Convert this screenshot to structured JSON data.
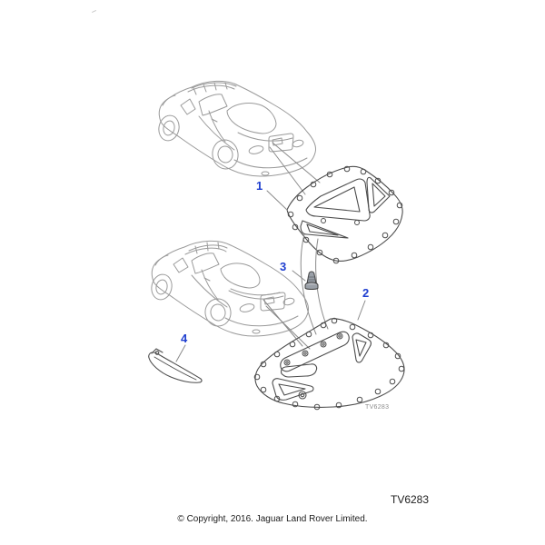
{
  "diagram": {
    "callouts": [
      {
        "label": "1"
      },
      {
        "label": "2"
      },
      {
        "label": "3"
      },
      {
        "label": "4"
      }
    ],
    "inline_code": "TV6283",
    "colors": {
      "callout_blue": "#1e3ed0",
      "car_line_gray": "#9a9a9a",
      "panel_line_gray": "#4d4d4d",
      "leader_gray": "#8a8a8a"
    }
  },
  "footer": {
    "figure_code": "TV6283",
    "copyright": "© Copyright, 2016. Jaguar Land Rover Limited."
  }
}
